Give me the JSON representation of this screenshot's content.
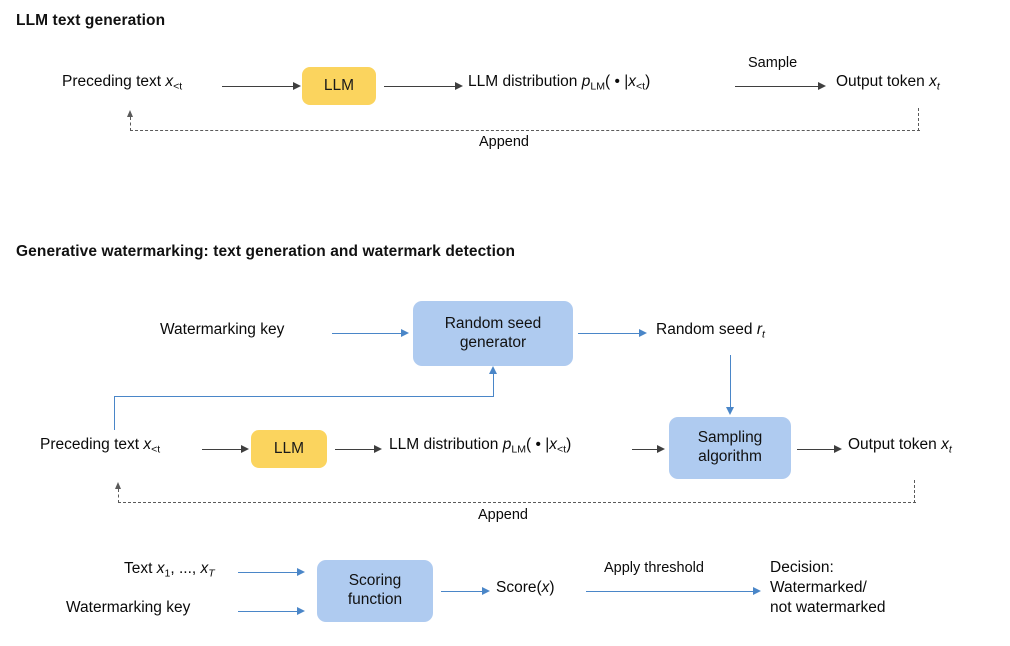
{
  "diagram": {
    "sections": [
      {
        "id": "llm-text-generation",
        "title": "LLM text generation",
        "nodes": {
          "preceding_text": "Preceding text x",
          "preceding_text_sub": "<t",
          "llm_box": "LLM",
          "distribution_lead": "LLM distribution p",
          "distribution_sub": "LM",
          "distribution_mid": "( • |x",
          "distribution_sub2": "<t",
          "distribution_end": ")",
          "output_token": "Output token x",
          "output_token_sub": "t"
        },
        "edges": {
          "sample_label": "Sample",
          "append_label": "Append"
        }
      },
      {
        "id": "generative-watermarking",
        "title": "Generative watermarking: text generation and watermark detection",
        "nodes": {
          "watermarking_key": "Watermarking key",
          "random_seed_generator": "Random seed\ngenerator",
          "random_seed_generator_line1": "Random seed",
          "random_seed_generator_line2": "generator",
          "random_seed": "Random seed r",
          "random_seed_sub": "t",
          "preceding_text": "Preceding text x",
          "preceding_text_sub": "<t",
          "llm_box": "LLM",
          "distribution_lead": "LLM distribution p",
          "distribution_sub": "LM",
          "distribution_mid": "( • |x",
          "distribution_sub2": "<t",
          "distribution_end": ")",
          "sampling_algorithm_line1": "Sampling",
          "sampling_algorithm_line2": "algorithm",
          "output_token": "Output token x",
          "output_token_sub": "t"
        },
        "edges": {
          "append_label": "Append"
        }
      },
      {
        "id": "watermark-detection",
        "nodes": {
          "text_input": "Text x",
          "text_input_sub1": "1",
          "text_input_mid": ", ..., x",
          "text_input_sub2": "T",
          "watermarking_key": "Watermarking key",
          "scoring_function_line1": "Scoring",
          "scoring_function_line2": "function",
          "score_lead": "Score(",
          "score_var": "x",
          "score_end": ")",
          "decision_line1": "Decision:",
          "decision_line2": "Watermarked/",
          "decision_line3": "not watermarked"
        },
        "edges": {
          "apply_threshold_label": "Apply threshold"
        }
      }
    ],
    "colors": {
      "llm_box_fill": "#FBD45E",
      "blue_box_fill": "#AFCBF0",
      "blue_arrow": "#4A86C8",
      "gray_arrow": "#3F3F3F",
      "dashed_arrow": "#5A5A5A",
      "text": "#0A0A0A",
      "background": "#FFFFFF"
    }
  }
}
